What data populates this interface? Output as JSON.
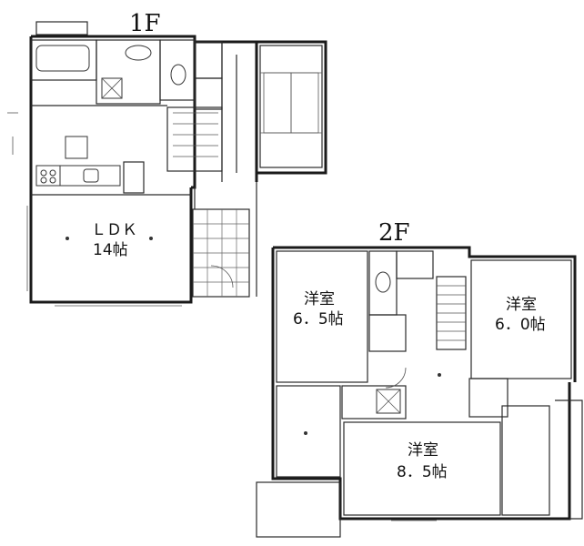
{
  "floors": {
    "first": {
      "label": "1F",
      "ldk": {
        "name": "ＬＤＫ",
        "size": "14帖"
      }
    },
    "second": {
      "label": "2F",
      "room_nw": {
        "name": "洋室",
        "size": "6．5帖"
      },
      "room_ne": {
        "name": "洋室",
        "size": "6．0帖"
      },
      "room_s": {
        "name": "洋室",
        "size": "8．5帖"
      }
    }
  }
}
